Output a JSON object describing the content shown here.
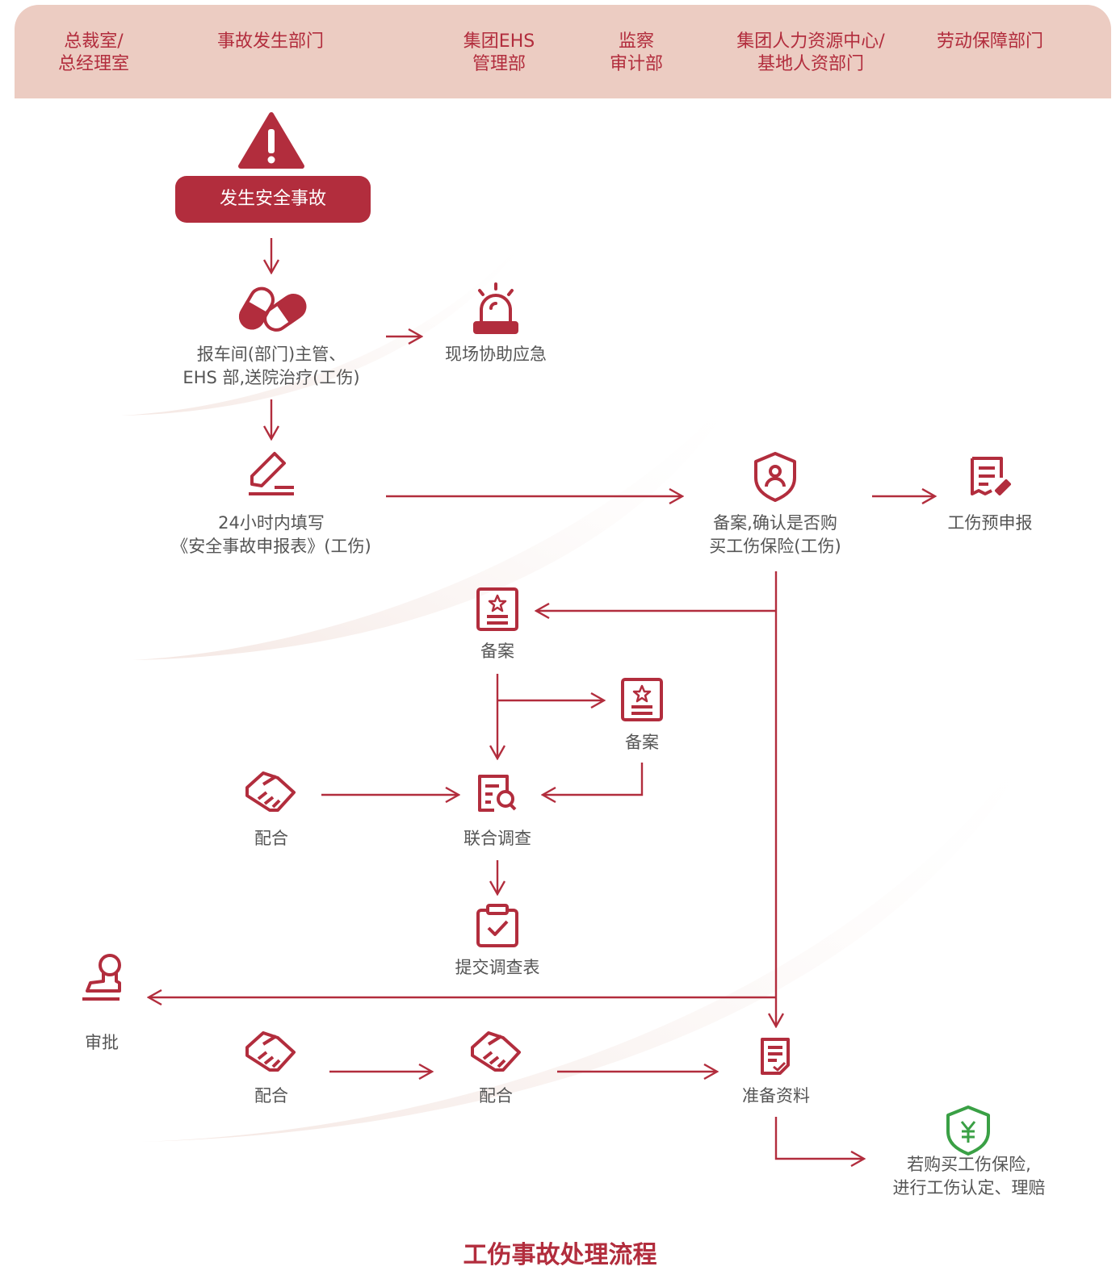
{
  "header": {
    "columns": [
      {
        "lines": [
          "总裁室/",
          "总经理室"
        ]
      },
      {
        "lines": [
          "事故发生部门"
        ]
      },
      {
        "lines": [
          "集团EHS",
          "管理部"
        ]
      },
      {
        "lines": [
          "监察",
          "审计部"
        ]
      },
      {
        "lines": [
          "集团人力资源中心/",
          "基地人资部门"
        ]
      },
      {
        "lines": [
          "劳动保障部门"
        ]
      }
    ]
  },
  "nodes": {
    "accident": {
      "label": "发生安全事故",
      "icon": "warning-icon"
    },
    "report": {
      "lines": [
        "报车间(部门)主管、",
        "EHS 部,送院治疗(工伤)"
      ],
      "icon": "pills-icon"
    },
    "emergency": {
      "label": "现场协助应急",
      "icon": "alarm-siren-icon"
    },
    "form24h": {
      "lines": [
        "24小时内填写",
        "《安全事故申报表》(工伤)"
      ],
      "icon": "pen-sign-icon"
    },
    "confirm_insurance": {
      "lines": [
        "备案,确认是否购",
        "买工伤保险(工伤)"
      ],
      "icon": "shield-user-icon"
    },
    "pre_declare": {
      "label": "工伤预申报",
      "icon": "document-edit-icon"
    },
    "record_ehs": {
      "label": "备案",
      "icon": "certificate-icon"
    },
    "record_audit": {
      "label": "备案",
      "icon": "certificate-icon"
    },
    "cooperate_dept": {
      "label": "配合",
      "icon": "handshake-icon"
    },
    "joint_investigation": {
      "label": "联合调查",
      "icon": "document-search-icon"
    },
    "submit_form": {
      "label": "提交调查表",
      "icon": "clipboard-check-icon"
    },
    "approve": {
      "label": "审批",
      "icon": "stamp-icon"
    },
    "cooperate_dept2": {
      "label": "配合",
      "icon": "handshake-icon"
    },
    "cooperate_ehs2": {
      "label": "配合",
      "icon": "handshake-icon"
    },
    "prepare_docs": {
      "label": "准备资料",
      "icon": "file-list-icon"
    },
    "claim": {
      "lines": [
        "若购买工伤保险,",
        "进行工伤认定、理赔"
      ],
      "icon": "shield-yen-icon"
    }
  },
  "footer": {
    "title": "工伤事故处理流程"
  },
  "colors": {
    "accent": "#b22d3d",
    "header_bg": "#ecccc2",
    "green": "#3aa045",
    "text": "#555555"
  }
}
